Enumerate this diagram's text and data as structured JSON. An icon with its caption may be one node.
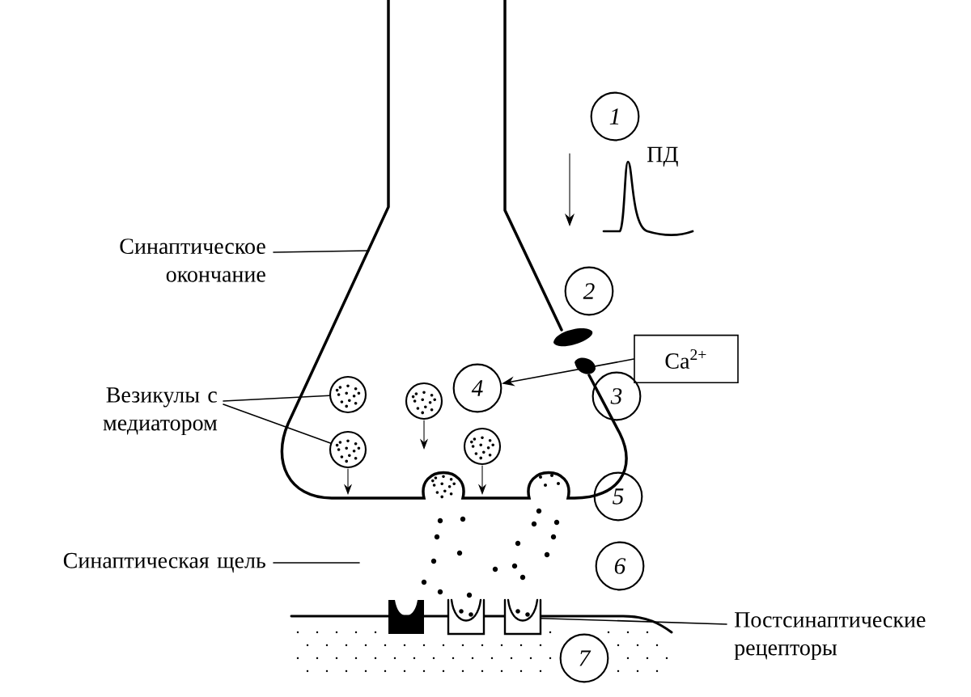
{
  "diagram": {
    "nodes": [
      {
        "text": [
          "1"
        ]
      },
      {
        "text": [
          "Синаптическое окончание"
        ]
      },
      {
        "text": [
          "2"
        ]
      },
      {
        "text": [
          "Ca$^{2+}$"
        ]
      },
      {
        "text": [
          "Везикулы с медиатором"
        ]
      },
      {
        "text": [],
        "shape": "circle"
      },
      {
        "text": [
          "4"
        ]
      },
      {
        "text": [
          "3"
        ]
      },
      {
        "text": [],
        "shape": "circle"
      },
      {
        "text": [
          "5"
        ]
      },
      {
        "text": [
          "Синаптическая щель"
        ]
      },
      {
        "text": [
          "6"
        ]
      },
      {
        "text": [
          "Постсинаптические рецепторы"
        ]
      },
      {
        "text": [
          "7"
        ]
      },
      {
        "text": [],
        "shape": "circle"
      },
      {
        "text": [],
        "shape": "circle"
      },
      {
        "text": [],
        "shape": "cup"
      },
      {
        "text": [],
        "shape": "cup"
      },
      {
        "text": [],
        "shape": "cup"
      }
    ],
    "edges": [
      {
        "from": 1,
        "to": null,
        "arrow": "none"
      },
      {
        "from": 4,
        "to": 5,
        "arrow": "none"
      },
      {
        "from": 4,
        "to": 8,
        "arrow": "none"
      },
      {
        "from": 3,
        "to": 6,
        "arrow": "to"
      },
      {
        "from": 10,
        "to": null,
        "arrow": "none"
      },
      {
        "from": 12,
        "to": 18,
        "arrow": "none"
      }
    ],
    "labels": [
      "ПД"
    ]
  }
}
